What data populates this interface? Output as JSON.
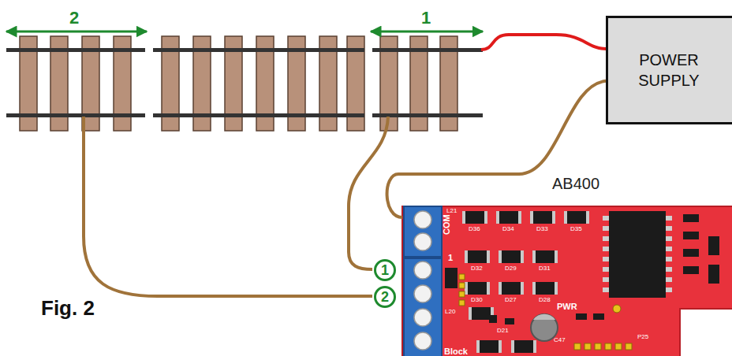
{
  "diagram": {
    "nodes": [
      {
        "text": [
          "POWER SUPPLY"
        ]
      },
      {
        "text": [
          "AB400"
        ]
      },
      {
        "text": [
          "1"
        ],
        "in": 1
      },
      {
        "text": [
          "2"
        ],
        "in": 1
      }
    ],
    "edges": [
      {
        "from": 0,
        "to": 1,
        "arrow": "none"
      }
    ],
    "labels": [
      "2",
      "1",
      "Fig. 2",
      "COM",
      "1",
      "Block",
      "PWR",
      "D36",
      "D34",
      "D33",
      "D35",
      "D32",
      "D29",
      "D31",
      "D30",
      "D27",
      "D28",
      "D21",
      "L20",
      "L21",
      "C47",
      "P25"
    ]
  }
}
